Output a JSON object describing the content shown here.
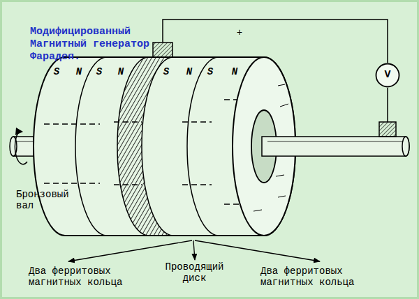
{
  "diagram": {
    "title": "Модифицированный Магнитный генератор Фарадея.",
    "nodes": [
      {
        "text": [
          "V"
        ]
      }
    ],
    "edges": [],
    "labels": [
      "+",
      "S",
      "N",
      "S",
      "N",
      "S",
      "N",
      "S",
      "N",
      "Бронзовый вал",
      "Два ферритовых магнитных кольца",
      "Проводящий диск",
      "Два ферритовых магнитных кольца"
    ]
  }
}
